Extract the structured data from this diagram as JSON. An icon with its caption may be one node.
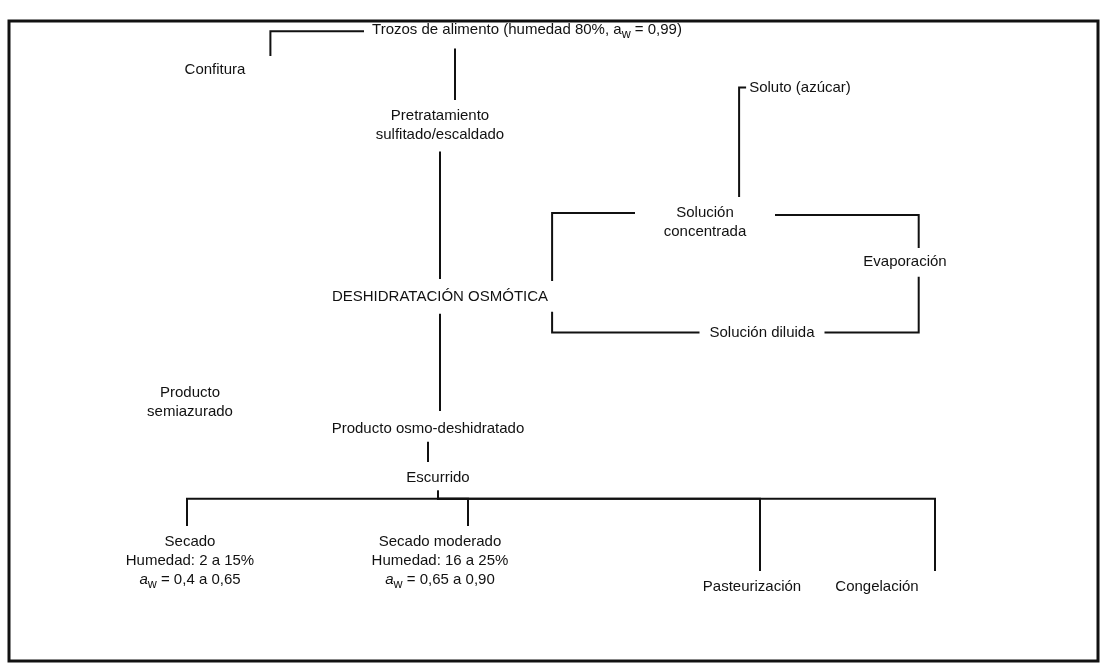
{
  "diagram": {
    "nodes": [
      {
        "text": [
          "Trozos de alimento (humedad 80%, a$_{w}$ = 0,99)"
        ]
      },
      {
        "text": [
          "Confitura"
        ]
      },
      {
        "text": [
          "Pretratamiento sulfitado/escaldado"
        ]
      },
      {
        "text": [
          "Soluto (azúcar)"
        ]
      },
      {
        "text": [
          "Solución concentrada"
        ]
      },
      {
        "text": [
          "Evaporación"
        ]
      },
      {
        "text": [
          "DESHIDRATACIÓN OSMÓTICA"
        ]
      },
      {
        "text": [
          "Solución diluida"
        ]
      },
      {
        "text": [
          "Producto osmo-deshidratado"
        ]
      },
      {
        "text": [
          "Escurrido"
        ]
      },
      {
        "text": [
          "Secado",
          "Humedad: 2 a 15%",
          "*a*$_{w}$ = 0,4 a 0,65"
        ]
      },
      {
        "text": [
          "Secado moderado",
          "Humedad: 16 a 25%",
          "*a*$_{w}$ = 0,65 a 0,90"
        ]
      },
      {
        "text": [
          "Pasteurización"
        ]
      },
      {
        "text": [
          "Congelación"
        ]
      }
    ],
    "edges": [
      {
        "from": 0,
        "to": 1,
        "arrow": "none"
      },
      {
        "from": 0,
        "to": 2,
        "arrow": "none"
      },
      {
        "from": 2,
        "to": 6,
        "arrow": "none"
      },
      {
        "from": 3,
        "to": 4,
        "arrow": "none"
      },
      {
        "from": 4,
        "to": 6,
        "arrow": "none"
      },
      {
        "from": 4,
        "to": 5,
        "arrow": "none"
      },
      {
        "from": 6,
        "to": 7,
        "arrow": "none"
      },
      {
        "from": 7,
        "to": 5,
        "arrow": "none"
      },
      {
        "from": 6,
        "to": 8,
        "arrow": "none"
      },
      {
        "from": 8,
        "to": 9,
        "arrow": "none"
      },
      {
        "from": 9,
        "to": 10,
        "arrow": "none"
      },
      {
        "from": 9,
        "to": 11,
        "arrow": "none"
      },
      {
        "from": 9,
        "to": 12,
        "arrow": "none"
      },
      {
        "from": 9,
        "to": 13,
        "arrow": "none"
      }
    ],
    "labels": [
      "Producto semiazurado"
    ]
  }
}
